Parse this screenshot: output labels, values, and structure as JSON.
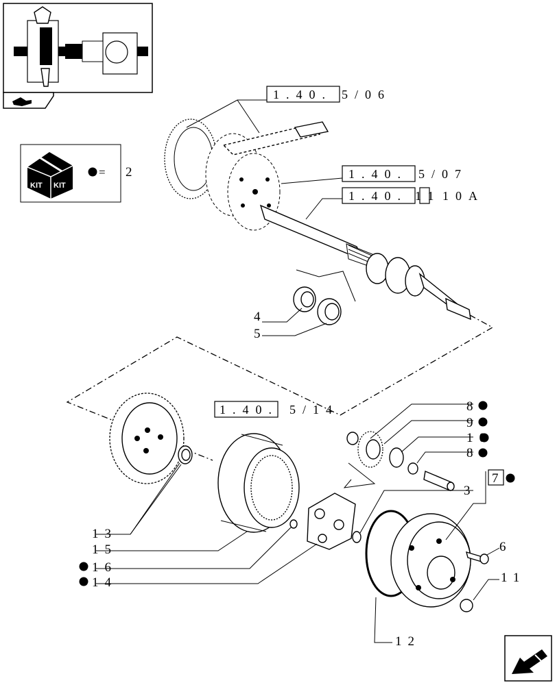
{
  "kit": {
    "badge_text_1": "KIT",
    "badge_text_2": "KIT",
    "equals": "=",
    "quantity": "2"
  },
  "refs": [
    {
      "id": "ref-1",
      "main": "1.40.",
      "tail": "5/06"
    },
    {
      "id": "ref-2",
      "main": "1.40.",
      "tail": "5/07"
    },
    {
      "id": "ref-3",
      "main": "1.40.",
      "mid": "11",
      "tail": "10A"
    },
    {
      "id": "ref-4",
      "main": "1.40.",
      "tail": "5/14"
    }
  ],
  "callouts": {
    "c4": "4",
    "c5": "5",
    "c8a": "8",
    "c9": "9",
    "c10": "10",
    "c8b": "8",
    "c7": "7",
    "c3": "3",
    "c6": "6",
    "c11": "11",
    "c13": "13",
    "c15": "15",
    "c16": "16",
    "c14": "14",
    "c12": "12"
  }
}
